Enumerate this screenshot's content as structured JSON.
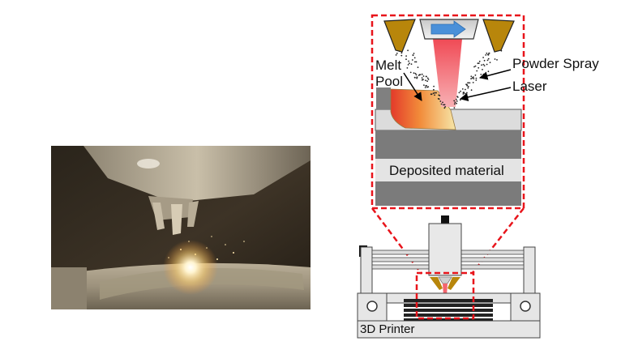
{
  "labels": {
    "melt_pool_line1": "Melt",
    "melt_pool_line2": "Pool",
    "powder_spray": "Powder Spray",
    "laser": "Laser",
    "deposited_material": "Deposited material",
    "printer": "3D Printer"
  },
  "colors": {
    "callout_border": "#e8141b",
    "nozzle_gold": "#b8860b",
    "laser_beam": "#f4666e",
    "arrow_blue": "#4a90d9",
    "layer_dark": "#7a7a7a",
    "layer_light": "#d8d8d8"
  }
}
